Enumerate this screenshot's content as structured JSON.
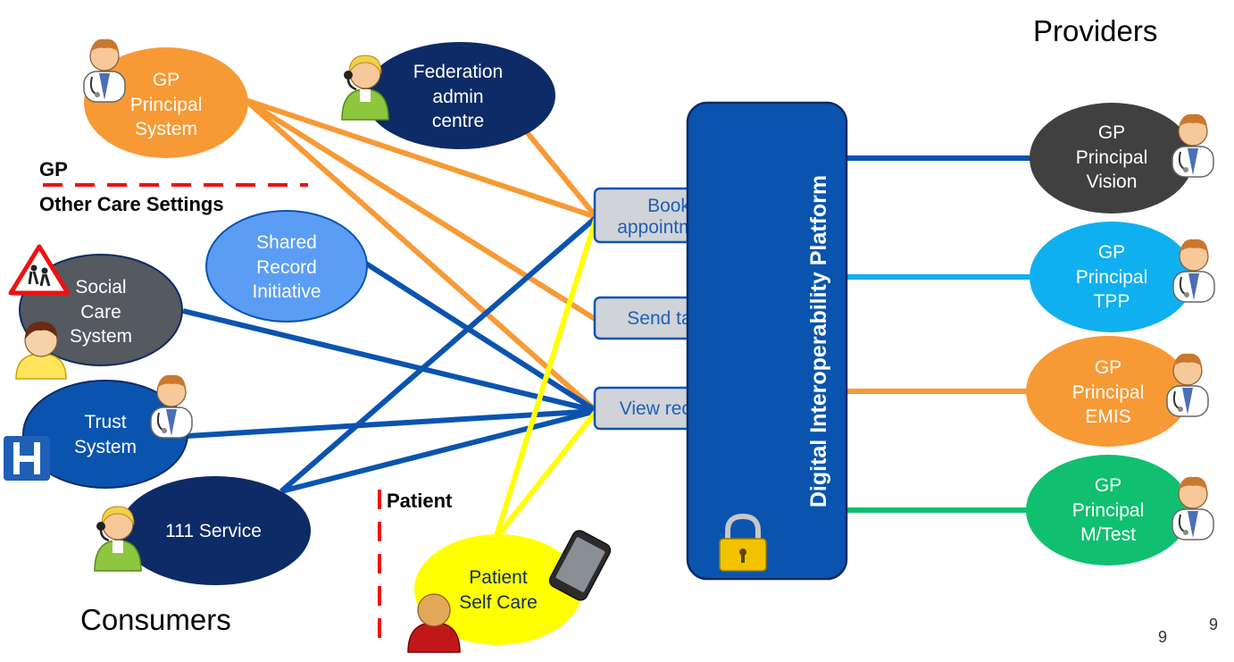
{
  "headings": {
    "providers": "Providers",
    "consumers": "Consumers"
  },
  "labels": {
    "gp": "GP",
    "other_care": "Other Care Settings",
    "patient": "Patient"
  },
  "consumers": {
    "gp_principal_system": [
      "GP",
      "Principal",
      "System"
    ],
    "federation_admin": [
      "Federation",
      "admin",
      "centre"
    ],
    "shared_record": [
      "Shared",
      "Record",
      "Initiative"
    ],
    "social_care": [
      "Social",
      "Care",
      "System"
    ],
    "trust_system": [
      "Trust",
      "System"
    ],
    "service_111": [
      "111 Service"
    ],
    "patient_self_care": [
      "Patient",
      "Self Care"
    ]
  },
  "actions": {
    "book": [
      "Book",
      "appointment"
    ],
    "send_task": "Send task",
    "view_record": "View record"
  },
  "platform": {
    "title": "Digital Interoperability Platform"
  },
  "providers": {
    "vision": [
      "GP",
      "Principal",
      "Vision"
    ],
    "tpp": [
      "GP",
      "Principal",
      "TPP"
    ],
    "emis": [
      "GP",
      "Principal",
      "EMIS"
    ],
    "mtest": [
      "GP",
      "Principal",
      "M/Test"
    ]
  },
  "page_numbers": [
    "9",
    "9"
  ],
  "colors": {
    "navy": "#0d2b66",
    "blue": "#0a54b0",
    "orange": "#f79a36",
    "yellow": "#ffff00",
    "grey": "#555960",
    "light_blue": "#5b9df5",
    "cyan": "#10b0f0",
    "dark_grey": "#404040",
    "green": "#10c070",
    "red": "#ee1111"
  }
}
